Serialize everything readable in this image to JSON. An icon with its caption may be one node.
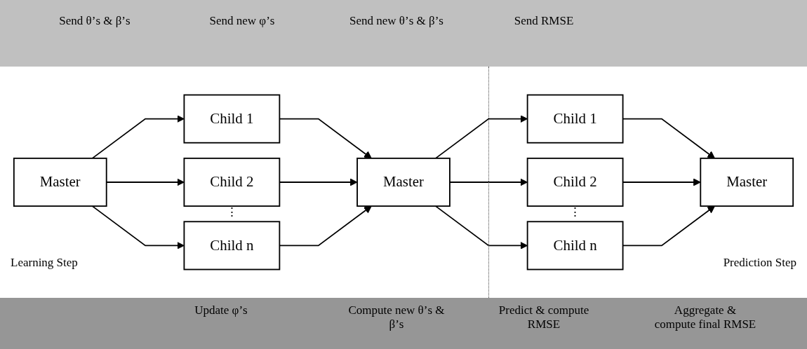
{
  "diagram": {
    "nodes": [
      {
        "text": [
          "Master"
        ]
      },
      {
        "text": [
          "Child 1"
        ]
      },
      {
        "text": [
          "Child 2"
        ]
      },
      {
        "text": [
          "Child n"
        ]
      },
      {
        "text": [
          "Master"
        ]
      },
      {
        "text": [
          "Child 1"
        ]
      },
      {
        "text": [
          "Child 2"
        ]
      },
      {
        "text": [
          "Child n"
        ]
      },
      {
        "text": [
          "Master"
        ]
      }
    ],
    "edges": [
      {
        "from": 0,
        "to": 1,
        "arrow": "to"
      },
      {
        "from": 0,
        "to": 2,
        "arrow": "to"
      },
      {
        "from": 0,
        "to": 3,
        "arrow": "to"
      },
      {
        "from": 1,
        "to": 4,
        "arrow": "to"
      },
      {
        "from": 2,
        "to": 4,
        "arrow": "to"
      },
      {
        "from": 3,
        "to": 4,
        "arrow": "to"
      },
      {
        "from": 4,
        "to": 5,
        "arrow": "to"
      },
      {
        "from": 4,
        "to": 6,
        "arrow": "to"
      },
      {
        "from": 4,
        "to": 7,
        "arrow": "to"
      },
      {
        "from": 5,
        "to": 8,
        "arrow": "to"
      },
      {
        "from": 6,
        "to": 8,
        "arrow": "to"
      },
      {
        "from": 7,
        "to": 8,
        "arrow": "to"
      }
    ],
    "labels": [
      "Send θ’s & β’s",
      "Send new φ’s",
      "Send new θ’s & β’s",
      "Send RMSE",
      "⋮",
      "⋮",
      "Learning Step",
      "Prediction Step",
      "Update φ’s",
      "Compute new θ’s & β’s",
      "Predict & compute RMSE",
      "Aggregate & compute final RMSE"
    ]
  }
}
